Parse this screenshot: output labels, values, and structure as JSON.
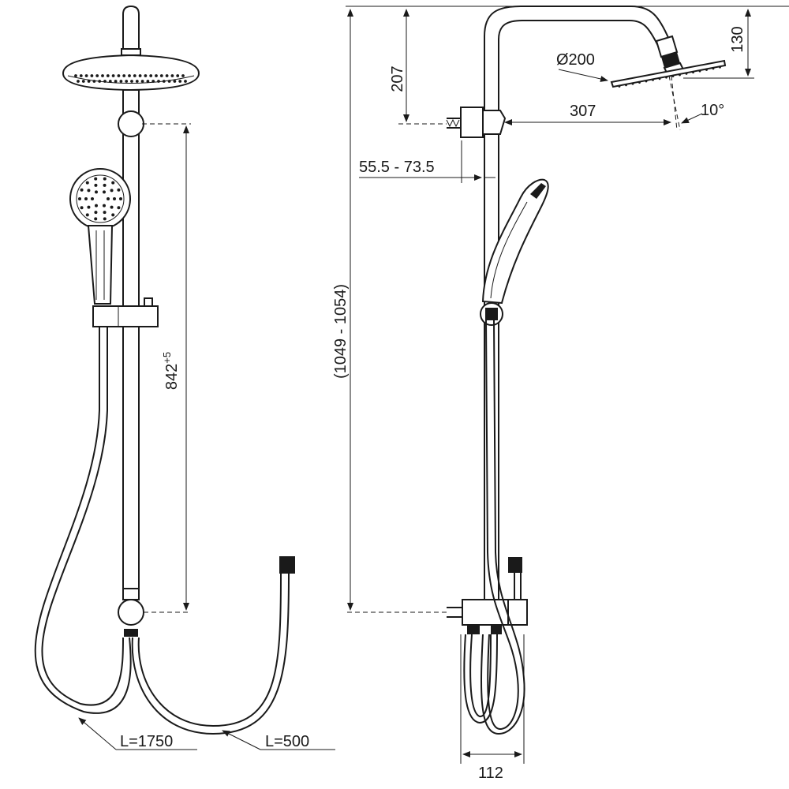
{
  "dimensions": {
    "rail_height": "842",
    "rail_tolerance": "+5",
    "hose_long": "L=1750",
    "hose_short": "L=500",
    "top_drop": "207",
    "head_drop": "130",
    "head_diameter": "Ø200",
    "arm_reach": "307",
    "tilt_angle": "10°",
    "wall_offset": "55.5 - 73.5",
    "total_height": "(1049 - 1054)",
    "base_width": "112"
  }
}
